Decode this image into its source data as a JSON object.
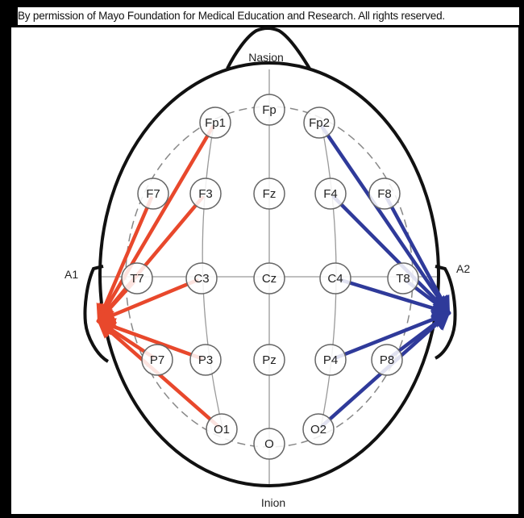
{
  "caption": "By permission of Mayo Foundation for Medical Education and Research. All rights reserved.",
  "landmarks": {
    "nasion": "Nasion",
    "inion": "Inion"
  },
  "references": {
    "left": "A1",
    "right": "A2"
  },
  "electrodes": [
    {
      "id": "Fp",
      "label": "Fp"
    },
    {
      "id": "Fp1",
      "label": "Fp1"
    },
    {
      "id": "Fp2",
      "label": "Fp2"
    },
    {
      "id": "F7",
      "label": "F7"
    },
    {
      "id": "F3",
      "label": "F3"
    },
    {
      "id": "Fz",
      "label": "Fz"
    },
    {
      "id": "F4",
      "label": "F4"
    },
    {
      "id": "F8",
      "label": "F8"
    },
    {
      "id": "T7",
      "label": "T7"
    },
    {
      "id": "C3",
      "label": "C3"
    },
    {
      "id": "Cz",
      "label": "Cz"
    },
    {
      "id": "C4",
      "label": "C4"
    },
    {
      "id": "T8",
      "label": "T8"
    },
    {
      "id": "P7",
      "label": "P7"
    },
    {
      "id": "P3",
      "label": "P3"
    },
    {
      "id": "Pz",
      "label": "Pz"
    },
    {
      "id": "P4",
      "label": "P4"
    },
    {
      "id": "P8",
      "label": "P8"
    },
    {
      "id": "O1",
      "label": "O1"
    },
    {
      "id": "O",
      "label": "O"
    },
    {
      "id": "O2",
      "label": "O2"
    }
  ],
  "arrows": {
    "left_color": "#e8482c",
    "right_color": "#2f3a9a",
    "left_reference": "A1",
    "right_reference": "A2",
    "left_sources": [
      "Fp1",
      "F7",
      "F3",
      "T7",
      "C3",
      "P7",
      "P3",
      "O1"
    ],
    "right_sources": [
      "Fp2",
      "F4",
      "F8",
      "C4",
      "T8",
      "P4",
      "P8",
      "O2"
    ]
  }
}
